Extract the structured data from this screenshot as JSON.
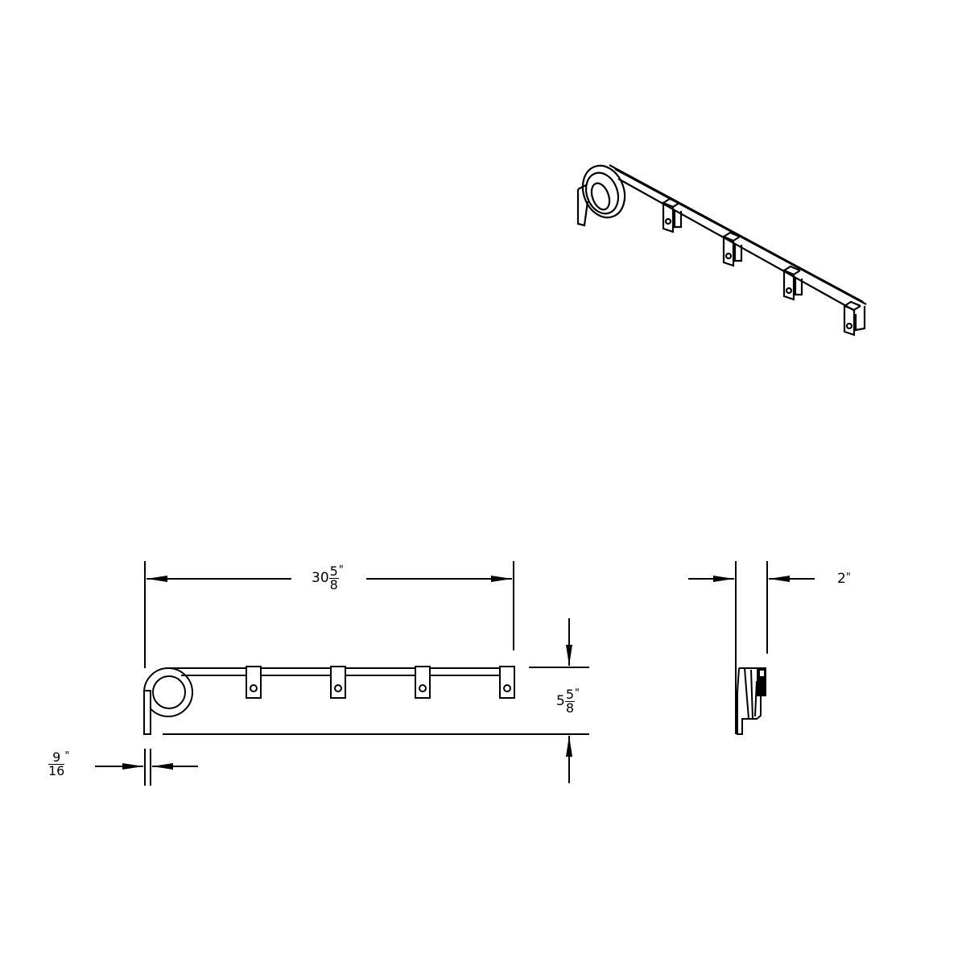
{
  "dimensions": {
    "length": {
      "whole": "30",
      "num": "5",
      "den": "8",
      "unit": "\""
    },
    "height": {
      "whole": "5",
      "num": "5",
      "den": "8",
      "unit": "\""
    },
    "thickness": {
      "num": "9",
      "den": "16",
      "unit": "\""
    },
    "depth": {
      "value": "2",
      "unit": "\""
    }
  },
  "colors": {
    "line": "#000000",
    "background": "#ffffff"
  }
}
